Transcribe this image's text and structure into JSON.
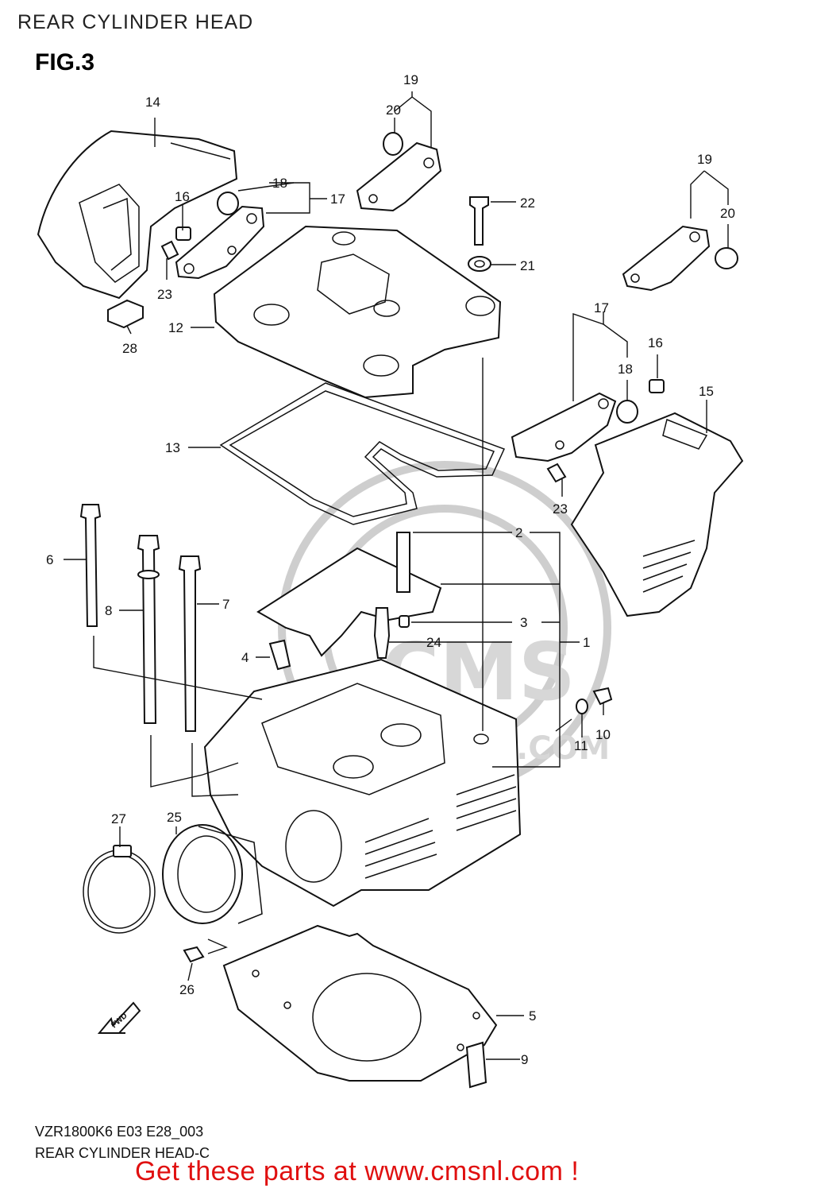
{
  "header": {
    "title": "REAR CYLINDER HEAD",
    "figure": "FIG.3"
  },
  "parts": [
    {
      "id": "1",
      "label": "1"
    },
    {
      "id": "2",
      "label": "2"
    },
    {
      "id": "3",
      "label": "3"
    },
    {
      "id": "4",
      "label": "4"
    },
    {
      "id": "5",
      "label": "5"
    },
    {
      "id": "6",
      "label": "6"
    },
    {
      "id": "7",
      "label": "7"
    },
    {
      "id": "8",
      "label": "8"
    },
    {
      "id": "9",
      "label": "9"
    },
    {
      "id": "10",
      "label": "10"
    },
    {
      "id": "11",
      "label": "11"
    },
    {
      "id": "12",
      "label": "12"
    },
    {
      "id": "13",
      "label": "13"
    },
    {
      "id": "14",
      "label": "14"
    },
    {
      "id": "15",
      "label": "15"
    },
    {
      "id": "16a",
      "label": "16"
    },
    {
      "id": "16b",
      "label": "16"
    },
    {
      "id": "17a",
      "label": "17"
    },
    {
      "id": "17b",
      "label": "17"
    },
    {
      "id": "18a",
      "label": "18"
    },
    {
      "id": "18b",
      "label": "18"
    },
    {
      "id": "19a",
      "label": "19"
    },
    {
      "id": "19b",
      "label": "19"
    },
    {
      "id": "20a",
      "label": "20"
    },
    {
      "id": "20b",
      "label": "20"
    },
    {
      "id": "21",
      "label": "21"
    },
    {
      "id": "22",
      "label": "22"
    },
    {
      "id": "23a",
      "label": "23"
    },
    {
      "id": "23b",
      "label": "23"
    },
    {
      "id": "24",
      "label": "24"
    },
    {
      "id": "25",
      "label": "25"
    },
    {
      "id": "26",
      "label": "26"
    },
    {
      "id": "27",
      "label": "27"
    },
    {
      "id": "28",
      "label": "28"
    }
  ],
  "watermark": {
    "text": "CMS",
    "subtext": ".COM"
  },
  "footer": {
    "model_code": "VZR1800K6 E03 E28_003",
    "diagram_name": "REAR CYLINDER HEAD-C",
    "promo_text": "Get these parts at www.cmsnl.com !",
    "promo_color": "#e01010"
  },
  "fwd_arrow": {
    "label": "FWD",
    "icon": "fwd-arrow-icon"
  }
}
